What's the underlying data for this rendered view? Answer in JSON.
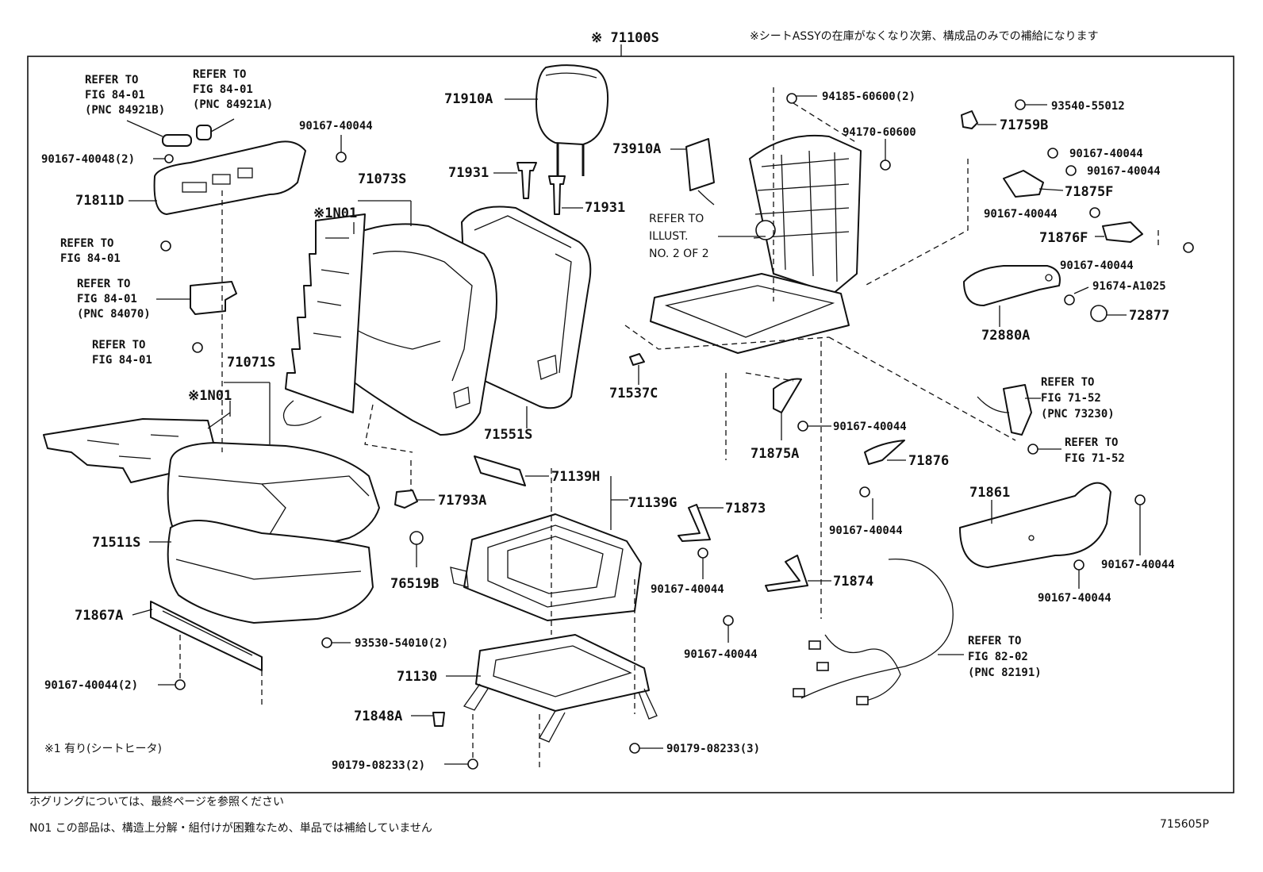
{
  "header": {
    "assy_label": "※ 71100S",
    "supply_note": "※シートASSYの在庫がなくなり次第、構成品のみでの補給になります"
  },
  "labels": {
    "refer_84921b": [
      "REFER TO",
      "FIG 84-01",
      "(PNC 84921B)"
    ],
    "refer_84921a": [
      "REFER TO",
      "FIG 84-01",
      "(PNC 84921A)"
    ],
    "refer_84_01_a": [
      "REFER TO",
      "FIG 84-01"
    ],
    "refer_84070": [
      "REFER TO",
      "FIG 84-01",
      "(PNC 84070)"
    ],
    "refer_84_01_b": [
      "REFER TO",
      "FIG 84-01"
    ],
    "refer_73230": [
      "REFER TO",
      "FIG 71-52",
      "(PNC 73230)"
    ],
    "refer_71_52": [
      "REFER TO",
      "FIG 71-52"
    ],
    "refer_82191": [
      "REFER TO",
      "FIG 82-02",
      "(PNC 82191)"
    ],
    "illust_note": [
      "REFER TO",
      "ILLUST.",
      "NO. 2 OF 2"
    ],
    "n01_mark": "※1N01",
    "p90167_40044": "90167-40044",
    "p90167_40044_2": "90167-40044(2)",
    "p90167_40048_2": "90167-40048(2)",
    "p71811d": "71811D",
    "p71071s": "71071S",
    "p71511s": "71511S",
    "p71867a": "71867A",
    "p93530_54010_2": "93530-54010(2)",
    "p71073s": "71073S",
    "p71910a": "71910A",
    "p71931": "71931",
    "p71551s": "71551S",
    "p71793a": "71793A",
    "p76519b": "76519B",
    "p71139h": "71139H",
    "p71139g": "71139G",
    "p71130": "71130",
    "p71848a": "71848A",
    "p90179_08233_2": "90179-08233(2)",
    "p90179_08233_3": "90179-08233(3)",
    "p73910a": "73910A",
    "p71537c": "71537C",
    "p94185_60600_2": "94185-60600(2)",
    "p94170_60600": "94170-60600",
    "p93540_55012": "93540-55012",
    "p71759b": "71759B",
    "p71875f": "71875F",
    "p71876f": "71876F",
    "p91674_a1025": "91674-A1025",
    "p72877": "72877",
    "p72880a": "72880A",
    "p71875a": "71875A",
    "p71876": "71876",
    "p71861": "71861",
    "p71873": "71873",
    "p71874": "71874"
  },
  "notes": {
    "heater": "※1 有り(シートヒータ)",
    "hog_ring": "ホグリングについては、最終ページを参照ください",
    "n01": "N01 この部品は、構造上分解・組付けが困難なため、単品では補給していません"
  },
  "footer": {
    "figure_id": "715605P"
  }
}
